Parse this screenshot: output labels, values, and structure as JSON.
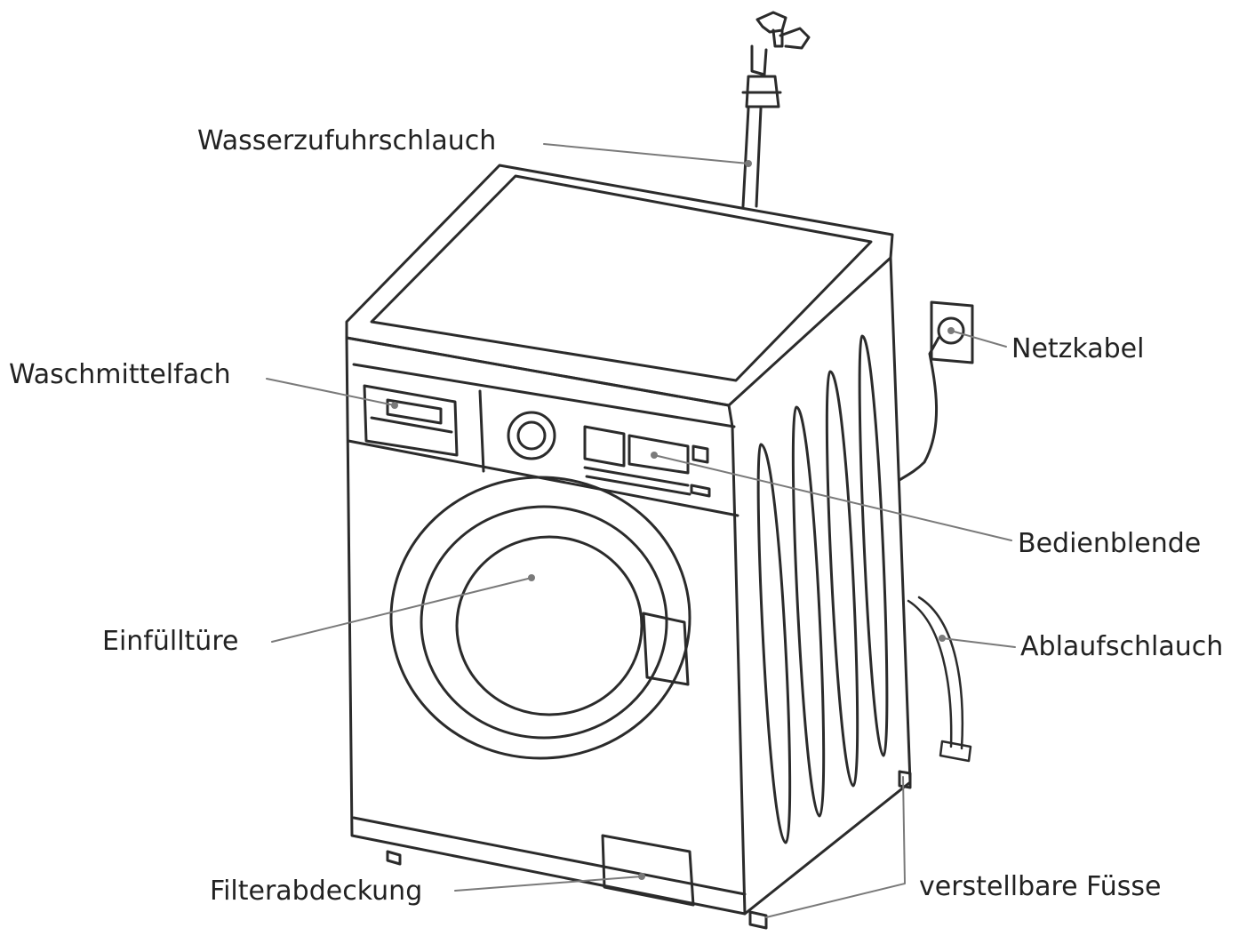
{
  "labels": {
    "water_inlet_hose": "Wasserzufuhrschlauch",
    "detergent_drawer": "Waschmittelfach",
    "power_cord": "Netzkabel",
    "control_panel": "Bedienblende",
    "loading_door": "Einfülltüre",
    "drain_hose": "Ablaufschlauch",
    "filter_cover": "Filterabdeckung",
    "adjustable_feet": "verstellbare Füsse"
  },
  "colors": {
    "outline": "#2b2b2b",
    "leader_line": "#7a7a7a",
    "text": "#222222"
  }
}
